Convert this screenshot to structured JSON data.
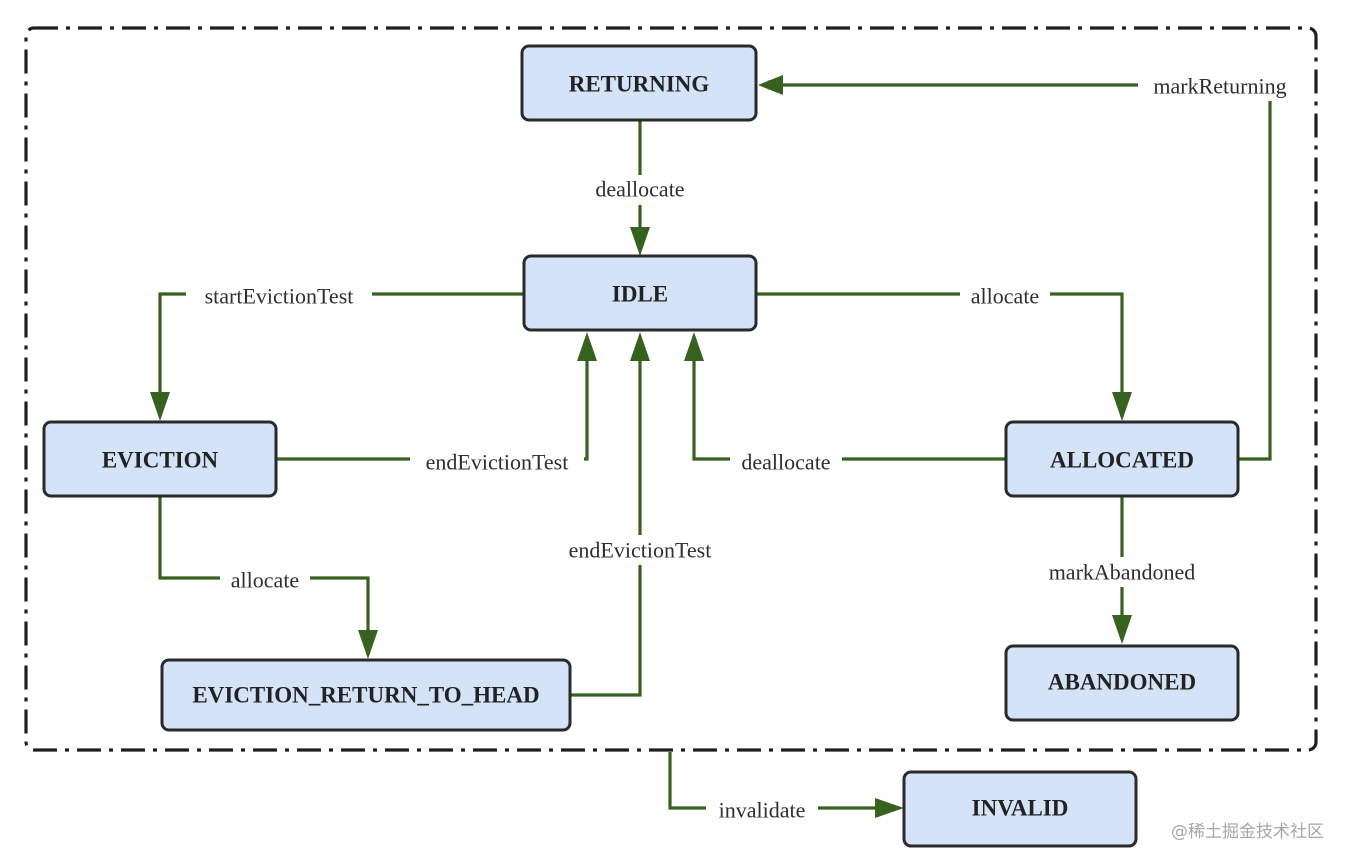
{
  "nodes": {
    "returning": "RETURNING",
    "idle": "IDLE",
    "eviction": "EVICTION",
    "allocated": "ALLOCATED",
    "eviction_return_to_head": "EVICTION_RETURN_TO_HEAD",
    "abandoned": "ABANDONED",
    "invalid": "INVALID"
  },
  "edges": {
    "mark_returning": "markReturning",
    "deallocate_returning": "deallocate",
    "start_eviction_test": "startEvictionTest",
    "allocate_idle": "allocate",
    "end_eviction_test_eviction": "endEvictionTest",
    "deallocate_allocated": "deallocate",
    "allocate_eviction": "allocate",
    "end_eviction_test_return_head": "endEvictionTest",
    "mark_abandoned": "markAbandoned",
    "invalidate": "invalidate"
  },
  "colors": {
    "node_fill": "#d4e3f7",
    "node_border": "#2a2a2a",
    "edge": "#36611f",
    "frame": "#1e1e1e"
  },
  "watermark": "@稀土掘金技术社区"
}
